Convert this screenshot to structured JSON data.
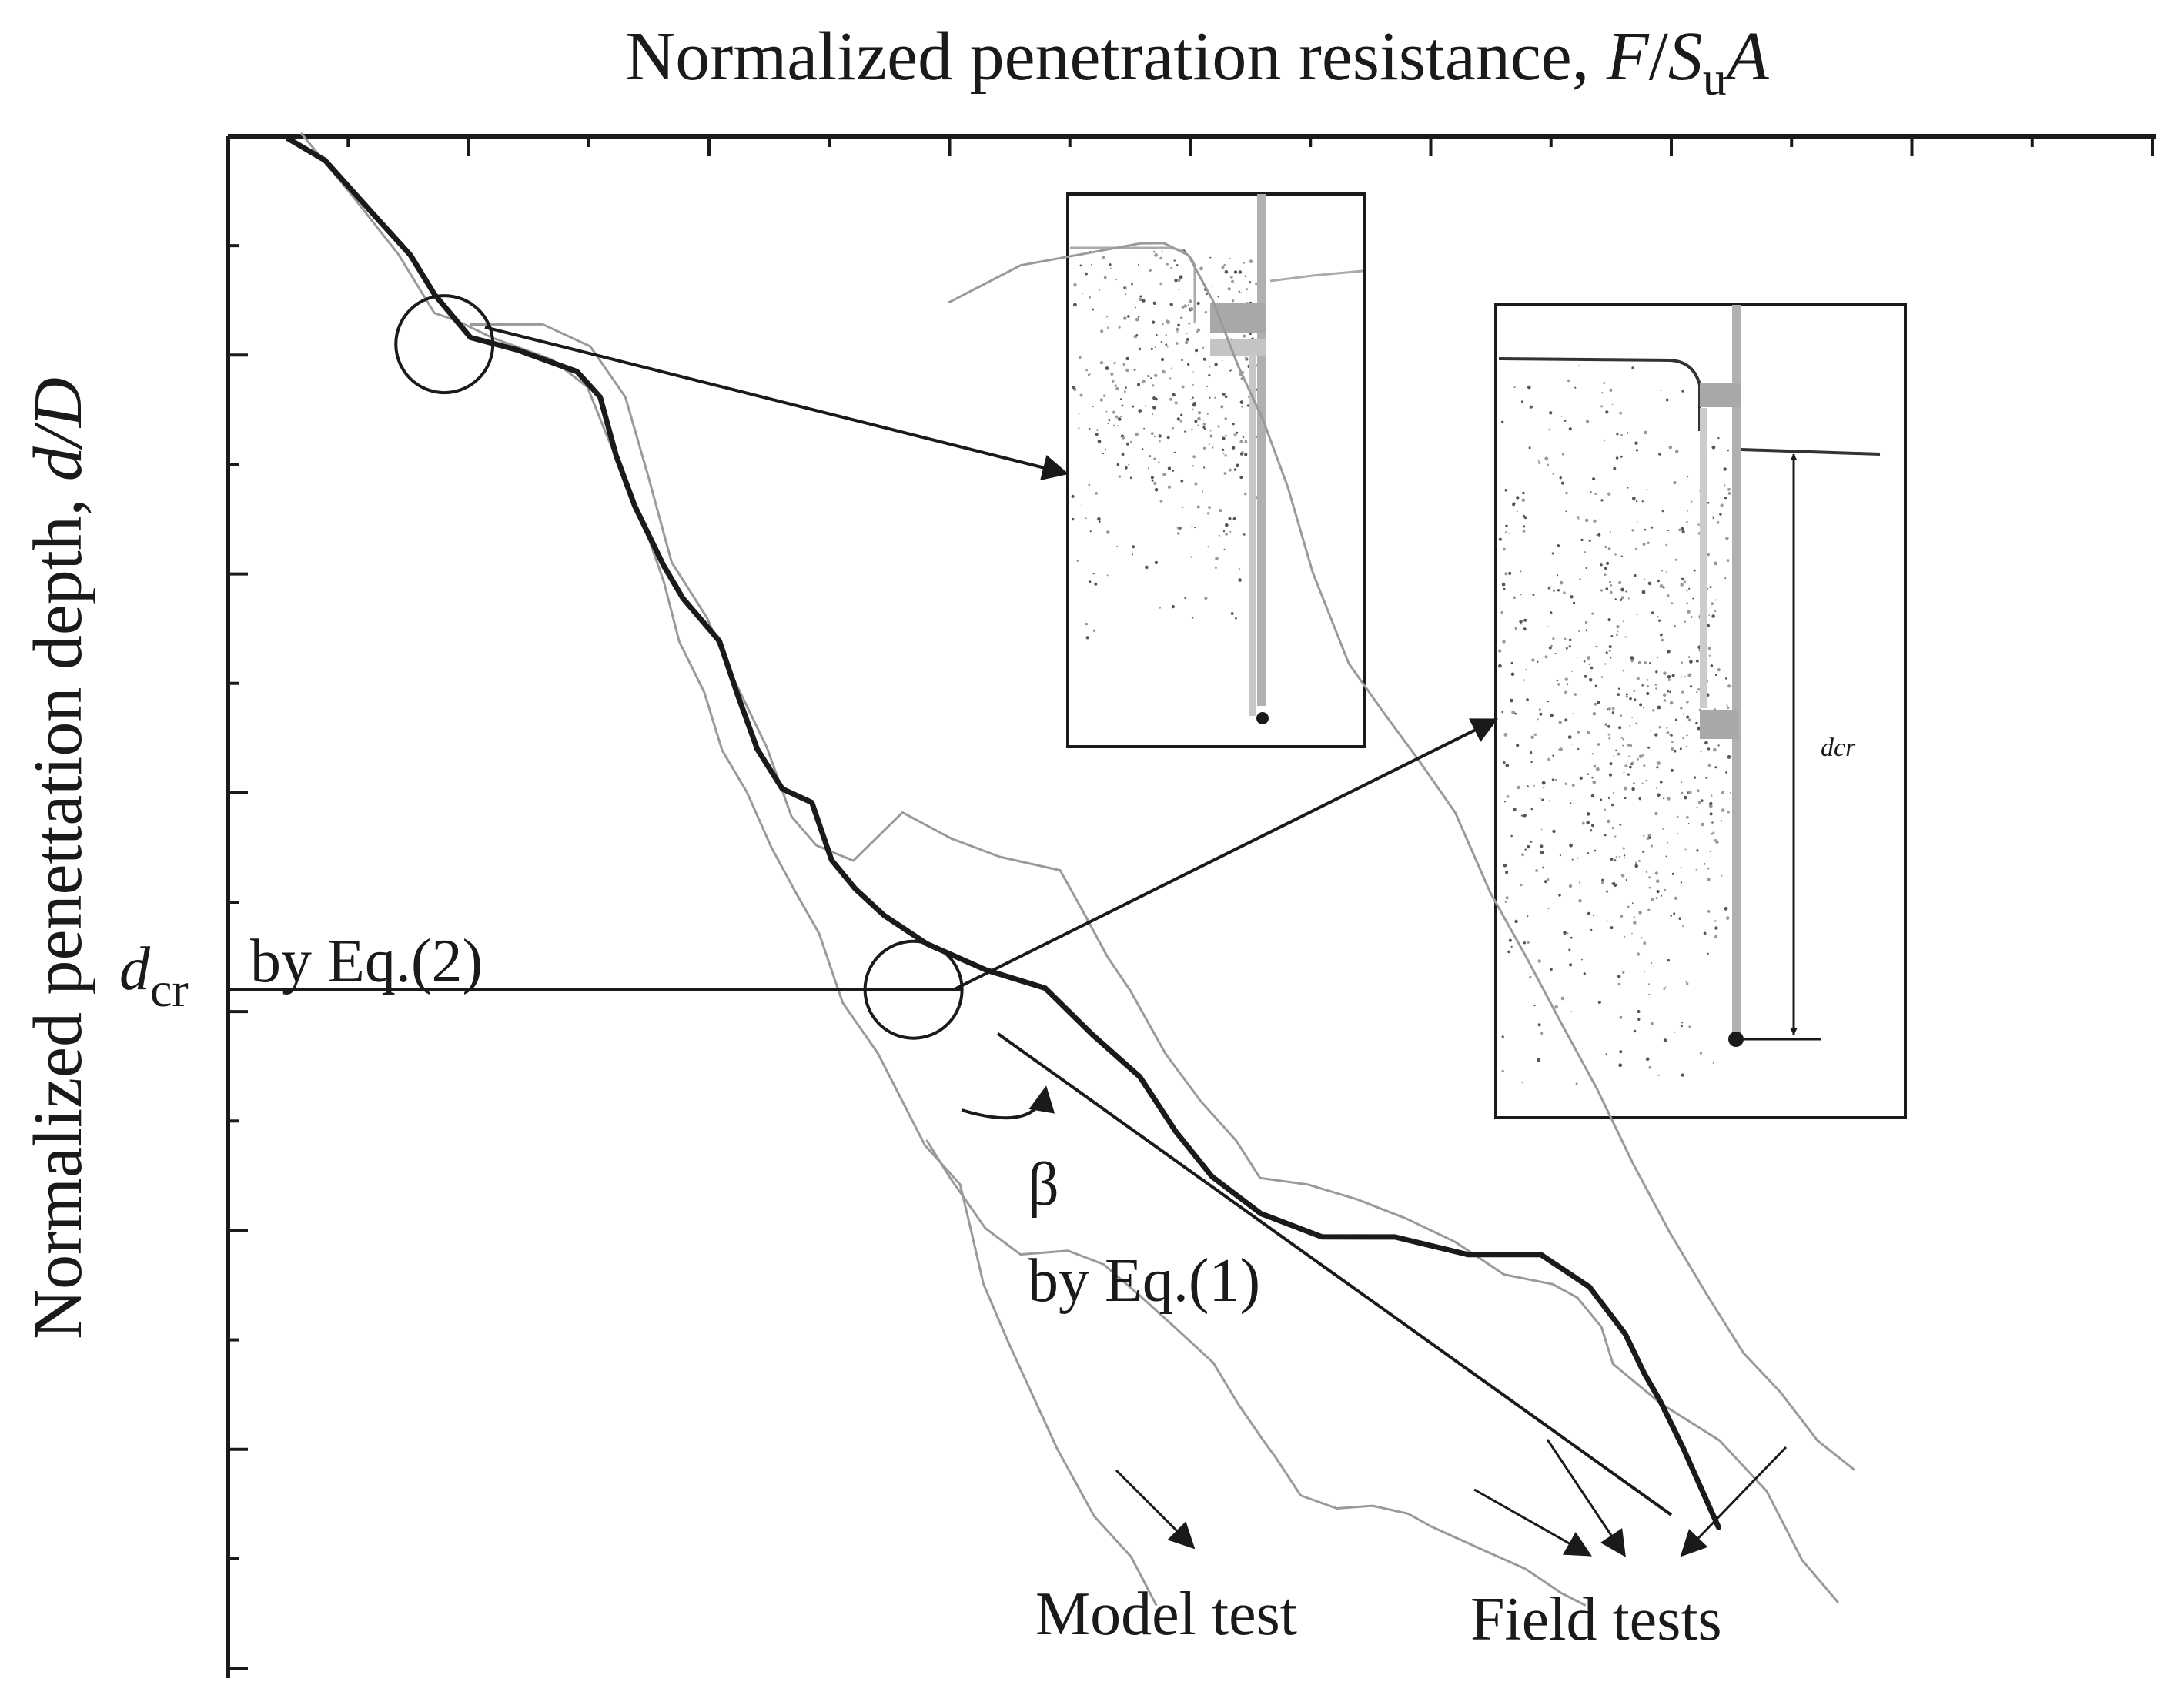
{
  "chart_data": {
    "type": "line",
    "xlabel": {
      "prefix": "Normalized penetration resistance, ",
      "var_a": "F",
      "slash": "/",
      "var_b": "S",
      "sub_b": "u",
      "var_c": "A"
    },
    "ylabel": {
      "prefix": "Normalized penettation depth, ",
      "var": "d/D"
    },
    "axes": {
      "x_axis_position": "top",
      "y_axis_direction": "downward",
      "tick_labels_shown": false,
      "grid": false,
      "x_range": [
        0,
        8
      ],
      "y_range": [
        0,
        7
      ],
      "x_minor_ticks_per_major": 2,
      "y_minor_ticks_per_major": 2
    },
    "series": [
      {
        "role": "model",
        "color": "#1a1a1a",
        "x": [
          0.25,
          0.4,
          0.6,
          0.75,
          0.85,
          1.0,
          1.2,
          1.45,
          1.55,
          1.62,
          1.7,
          1.82,
          1.9,
          2.05,
          2.12,
          2.2,
          2.3,
          2.42,
          2.5,
          2.6,
          2.72,
          2.9,
          3.15,
          3.4,
          3.6,
          3.8,
          3.95,
          4.1,
          4.3,
          4.55,
          4.85,
          5.15,
          5.45,
          5.65,
          5.8,
          5.88,
          5.95,
          6.05,
          6.2
        ],
        "y": [
          0.0,
          0.12,
          0.35,
          0.55,
          0.72,
          0.92,
          0.98,
          1.07,
          1.2,
          1.45,
          1.7,
          1.95,
          2.12,
          2.3,
          2.55,
          2.8,
          2.98,
          3.05,
          3.3,
          3.45,
          3.55,
          3.7,
          3.8,
          3.9,
          4.1,
          4.3,
          4.55,
          4.75,
          4.93,
          5.02,
          5.04,
          5.1,
          5.12,
          5.25,
          5.48,
          5.65,
          5.78,
          6.0,
          6.35
        ]
      },
      {
        "role": "model-companion",
        "color": "#9a9a9a",
        "x": [
          0.3,
          0.5,
          0.7,
          0.85,
          0.95,
          1.1,
          1.35,
          1.5,
          1.58,
          1.65,
          1.75,
          1.82,
          1.88,
          1.98,
          2.05,
          2.15,
          2.25,
          2.35,
          2.45,
          2.55,
          2.7,
          2.9,
          3.05,
          3.1,
          3.15,
          3.25,
          3.35,
          3.45,
          3.6,
          3.75,
          3.85
        ],
        "y": [
          0.0,
          0.25,
          0.55,
          0.8,
          0.85,
          0.92,
          1.02,
          1.15,
          1.35,
          1.55,
          1.8,
          2.05,
          2.3,
          2.55,
          2.8,
          3.0,
          3.25,
          3.45,
          3.65,
          3.95,
          4.2,
          4.6,
          4.8,
          5.0,
          5.25,
          5.5,
          5.75,
          6.0,
          6.3,
          6.5,
          6.7
        ]
      },
      {
        "role": "field",
        "color": "#9a9a9a",
        "x": [
          1.0,
          1.3,
          1.5,
          1.65,
          1.75,
          1.85,
          2.0,
          2.1,
          2.25,
          2.35,
          2.45,
          2.6,
          2.8,
          3.0,
          3.2,
          3.45,
          3.55,
          3.65,
          3.75,
          3.9,
          4.05,
          4.2,
          4.3,
          4.5,
          4.7,
          4.9,
          5.1,
          5.3,
          5.5,
          5.6,
          5.7,
          5.75,
          5.95,
          6.2,
          6.4,
          6.55,
          6.7
        ],
        "y": [
          0.85,
          0.87,
          0.95,
          1.2,
          1.55,
          1.95,
          2.2,
          2.45,
          2.8,
          3.1,
          3.25,
          3.3,
          3.1,
          3.2,
          3.3,
          3.35,
          3.55,
          3.75,
          3.9,
          4.2,
          4.4,
          4.6,
          4.75,
          4.8,
          4.85,
          4.95,
          5.05,
          5.2,
          5.25,
          5.3,
          5.45,
          5.6,
          5.8,
          5.95,
          6.2,
          6.5,
          6.7
        ]
      },
      {
        "role": "field",
        "color": "#9a9a9a",
        "x": [
          2.9,
          3.0,
          3.15,
          3.3,
          3.5,
          3.65,
          3.8,
          3.95,
          4.1,
          4.2,
          4.3,
          4.35,
          4.45,
          4.6,
          4.75,
          4.9,
          5.0,
          5.2,
          5.4,
          5.55,
          5.65
        ],
        "y": [
          4.6,
          4.75,
          5.0,
          5.1,
          5.1,
          5.15,
          5.3,
          5.45,
          5.6,
          5.8,
          5.95,
          6.05,
          6.2,
          6.28,
          6.25,
          6.3,
          6.35,
          6.45,
          6.55,
          6.65,
          6.72
        ]
      },
      {
        "role": "field",
        "color": "#9a9a9a",
        "x": [
          3.0,
          3.3,
          3.6,
          3.8,
          3.9,
          4.0,
          4.1,
          4.2,
          4.3,
          4.4,
          4.5,
          4.65,
          4.8,
          4.95,
          5.1,
          5.25,
          5.4,
          5.55,
          5.7,
          5.85,
          6.0,
          6.15,
          6.3,
          6.45,
          6.6,
          6.75
        ],
        "y": [
          0.75,
          0.6,
          0.52,
          0.5,
          0.48,
          0.55,
          0.75,
          1.05,
          1.3,
          1.6,
          2.0,
          2.4,
          2.65,
          2.85,
          3.1,
          3.45,
          3.75,
          4.05,
          4.35,
          4.7,
          5.0,
          5.3,
          5.55,
          5.75,
          5.95,
          6.1
        ]
      }
    ],
    "annotations": {
      "dcr_line": {
        "y": 3.9,
        "x_end": 3.05
      },
      "d_cr_letter": "d",
      "d_cr_sub": "cr",
      "eq2": "by Eq.(2)",
      "beta": "β",
      "eq1": "by Eq.(1)",
      "model_label": "Model test",
      "field_label": "Field tests",
      "circle_1": {
        "x": 0.9,
        "y": 0.95
      },
      "circle_2": {
        "x": 2.85,
        "y": 3.9
      },
      "tangent": {
        "x1": 3.2,
        "y1": 4.1,
        "x2": 6.0,
        "y2": 6.3
      },
      "beta_arc_from": {
        "x": 3.05,
        "y": 4.45
      },
      "beta_arc_to": {
        "x": 3.4,
        "y": 4.35
      }
    },
    "insets": [
      {
        "id": "inset-upper"
      },
      {
        "id": "inset-lower",
        "label": "dcr"
      }
    ]
  }
}
